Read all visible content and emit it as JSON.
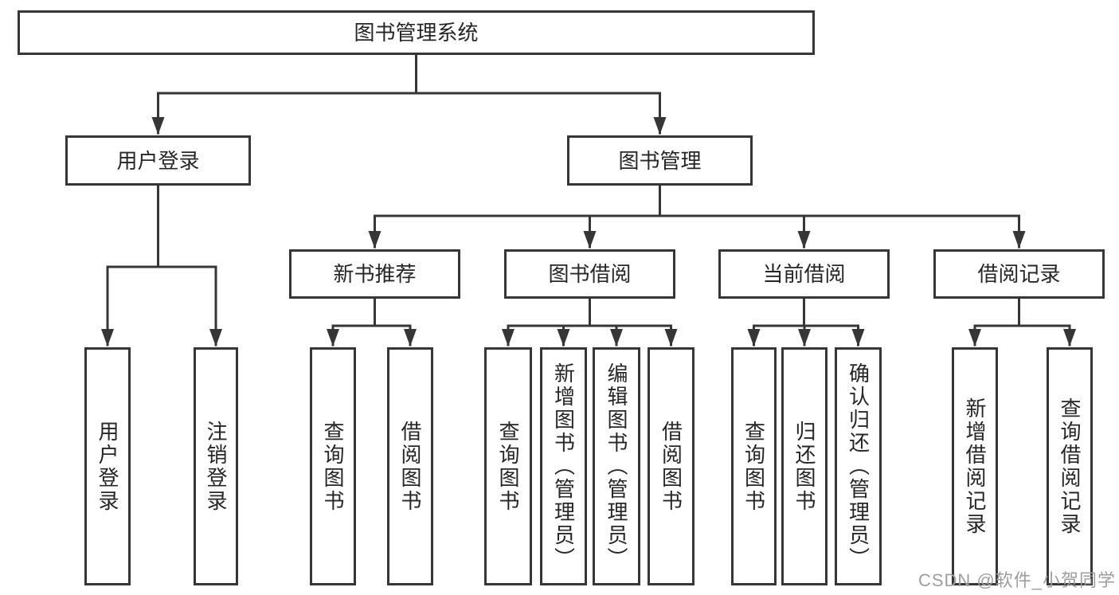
{
  "diagram_title": "图书管理系统",
  "watermark": "CSDN @软件_小贺同学",
  "colors": {
    "line": "#363636",
    "text": "#262626",
    "watermark_gray": "#9e9e9e",
    "background": "#ffffff"
  },
  "tree": {
    "label": "图书管理系统",
    "children": [
      {
        "label": "用户登录",
        "children": [
          {
            "label": "用户登录"
          },
          {
            "label": "注销登录"
          }
        ]
      },
      {
        "label": "图书管理",
        "children": [
          {
            "label": "新书推荐",
            "children": [
              {
                "label": "查询图书"
              },
              {
                "label": "借阅图书"
              }
            ]
          },
          {
            "label": "图书借阅",
            "children": [
              {
                "label": "查询图书"
              },
              {
                "label": "新增图书（管理员）"
              },
              {
                "label": "编辑图书（管理员）"
              },
              {
                "label": "借阅图书"
              }
            ]
          },
          {
            "label": "当前借阅",
            "children": [
              {
                "label": "查询图书"
              },
              {
                "label": "归还图书"
              },
              {
                "label": "确认归还（管理员）"
              }
            ]
          },
          {
            "label": "借阅记录",
            "children": [
              {
                "label": "新增借阅记录"
              },
              {
                "label": "查询借阅记录"
              }
            ]
          }
        ]
      }
    ]
  }
}
